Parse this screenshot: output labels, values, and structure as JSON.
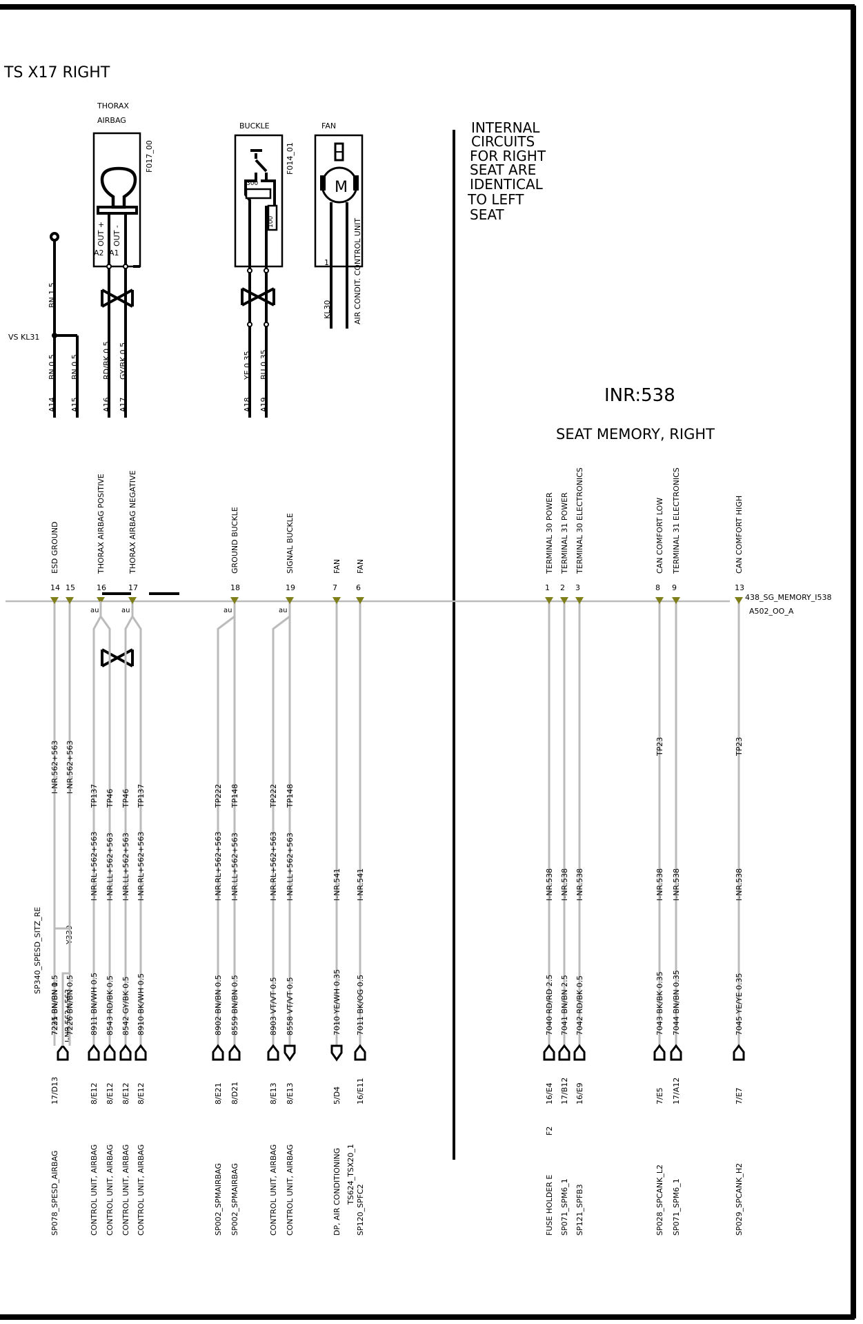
{
  "page": {
    "title": "TS X17 RIGHT",
    "inr": "INR:538",
    "module_name": "SEAT MEMORY, RIGHT",
    "note_lines": [
      "INTERNAL",
      "CIRCUITS",
      "FOR RIGHT",
      "SEAT ARE",
      "IDENTICAL",
      "TO LEFT",
      "SEAT"
    ],
    "connector_label": "438_SG_MEMORY_I538",
    "connector_sublabel": "A502_OO_A"
  },
  "components": {
    "thorax_airbag": {
      "title_1": "THORAX",
      "title_2": "AIRBAG",
      "ref": "F017_00",
      "pin_a2": "A2",
      "pin_a1": "A1",
      "out_plus": "OUT +",
      "out_minus": "OUT -"
    },
    "buckle": {
      "title": "BUCKLE",
      "ref": "F014_01",
      "resistor_1": "300",
      "resistor_2": "100"
    },
    "fan": {
      "title": "FAN",
      "ref": "AIR CONDIT. CONTROL UNIT",
      "motor": "M",
      "pin": "1",
      "kl30": "KL30"
    },
    "ground": {
      "label": "VS KL31",
      "wire_top": "BN 1.5",
      "wire_a14": "BN 0.5",
      "wire_a15": "BN 0.5"
    },
    "upper_wires": {
      "a16": "RD/BK 0.5",
      "a17": "GY/BK 0.5",
      "a18": "YE 0.35",
      "a19": "BU 0.35"
    },
    "pins": [
      "A14",
      "A15",
      "A16",
      "A17",
      "A18",
      "A19"
    ]
  },
  "connector_pins": [
    {
      "num": "14",
      "func": "ESD   GROUND",
      "inr": "I-NR.562+563",
      "wire": "7225 BN/BN 0.5",
      "tp": "",
      "end_wire": "7231 BN/BN 1",
      "end_inr": "I-NR.562+563",
      "loc": "17/D13",
      "dest": "SP078_SPESD_AIRBAG"
    },
    {
      "num": "15",
      "func": "",
      "inr": "I-NR.562+563",
      "wire": "7226 BN/BN 0.5",
      "tp": "",
      "end_wire": "",
      "end_inr": "",
      "loc": "",
      "dest": ""
    },
    {
      "num": "16",
      "func": "THORAX  AIRBAG  POSITIVE",
      "inr": "I-NR.RL+562+563",
      "wire": "8911 BN/WH 0.5",
      "tp": "TP137",
      "loc": "8/E12",
      "dest": "CONTROL UNIT, AIRBAG"
    },
    {
      "num": "",
      "func": "",
      "inr": "I-NR.LL+562+563",
      "wire": "8543 RD/BK 0.5",
      "tp": "TP46",
      "loc": "8/E12",
      "dest": "CONTROL UNIT, AIRBAG"
    },
    {
      "num": "",
      "func": "",
      "inr": "I-NR.LL+562+563",
      "wire": "8542 GY/BK 0.5",
      "tp": "TP46",
      "loc": "8/E12",
      "dest": "CONTROL UNIT, AIRBAG"
    },
    {
      "num": "17",
      "func": "THORAX  AIRBAG  NEGATIVE",
      "inr": "I-NR.RL+562+563",
      "wire": "8910 BK/WH 0.5",
      "tp": "TP137",
      "loc": "8/E12",
      "dest": "CONTROL UNIT, AIRBAG"
    },
    {
      "num": "",
      "func": "",
      "inr": "I-NR.RL+562+563",
      "wire": "8902 BN/BN 0.5",
      "tp": "TP222",
      "loc": "8/E21",
      "dest": "SP002_SPMAIRBAG"
    },
    {
      "num": "18",
      "func": "GROUND  BUCKLE",
      "inr": "I-NR.LL+562+563",
      "wire": "8559 BN/BN 0.5",
      "tp": "TP148",
      "loc": "8/D21",
      "dest": "SP002_SPMAIRBAG"
    },
    {
      "num": "",
      "func": "",
      "inr": "I-NR.RL+562+563",
      "wire": "8903 VT/VT 0.5",
      "tp": "TP222",
      "loc": "8/E13",
      "dest": "CONTROL UNIT, AIRBAG"
    },
    {
      "num": "19",
      "func": "SIGNAL    BUCKLE",
      "inr": "I-NR.LL+562+563",
      "wire": "8558 VT/VT 0.5",
      "tp": "TP148",
      "loc": "8/E13",
      "dest": "CONTROL UNIT, AIRBAG"
    },
    {
      "num": "7",
      "func": "FAN",
      "inr": "I-NR.541",
      "wire": "7010 YE/WH 0.35",
      "tp": "",
      "loc": "5/D4",
      "dest": "DP, AIR CONDITIONING",
      "dest2": "TS624_TSX20_1"
    },
    {
      "num": "6",
      "func": "FAN",
      "inr": "I-NR.541",
      "wire": "7011 BK/OG 0.5",
      "tp": "",
      "loc": "16/E11",
      "dest": "SP120_SPFC2"
    },
    {
      "num": "1",
      "func": "TERMINAL 30 POWER",
      "inr": "I-NR.538",
      "wire": "7040 RD/RD 2.5",
      "tp": "",
      "loc": "16/E4",
      "dest": "FUSE HOLDER E",
      "dest_extra": "F2"
    },
    {
      "num": "2",
      "func": "TERMINAL 31 POWER",
      "inr": "I-NR.538",
      "wire": "7041 BN/BN 2.5",
      "tp": "",
      "loc": "17/B12",
      "dest": "SP071_SPM6_1"
    },
    {
      "num": "3",
      "func": "TERMINAL 30 ELECTRONICS",
      "inr": "I-NR.538",
      "wire": "7042 RD/BK 0.5",
      "tp": "",
      "loc": "16/E9",
      "dest": "SP121_SPFB3"
    },
    {
      "num": "8",
      "func": "CAN COMFORT LOW",
      "inr": "I-NR.538",
      "wire": "7043 BK/BK 0.35",
      "tp": "TP23",
      "loc": "7/E5",
      "dest": "SP028_SPCANK_L2"
    },
    {
      "num": "9",
      "func": "TERMINAL 31  ELECTRONICS",
      "inr": "I-NR.538",
      "wire": "7044 BN/BN 0.35",
      "tp": "",
      "loc": "17/A12",
      "dest": "SP071_SPM6_1"
    },
    {
      "num": "13",
      "func": "CAN COMFORT HIGH",
      "inr": "I-NR.538",
      "wire": "7045 YE/YE 0.35",
      "tp": "TP23",
      "loc": "7/E7",
      "dest": "SP029_SPCANK_H2"
    }
  ],
  "splice": {
    "label": "SP340_SPESD_SITZ_RE",
    "y339": "Y339"
  },
  "twist_marks": [
    "au",
    "au",
    "au",
    "au"
  ],
  "colors": {
    "wire_gray": "#bbbbbb",
    "pin_olive": "#7f7f1a",
    "ink": "#000000"
  }
}
